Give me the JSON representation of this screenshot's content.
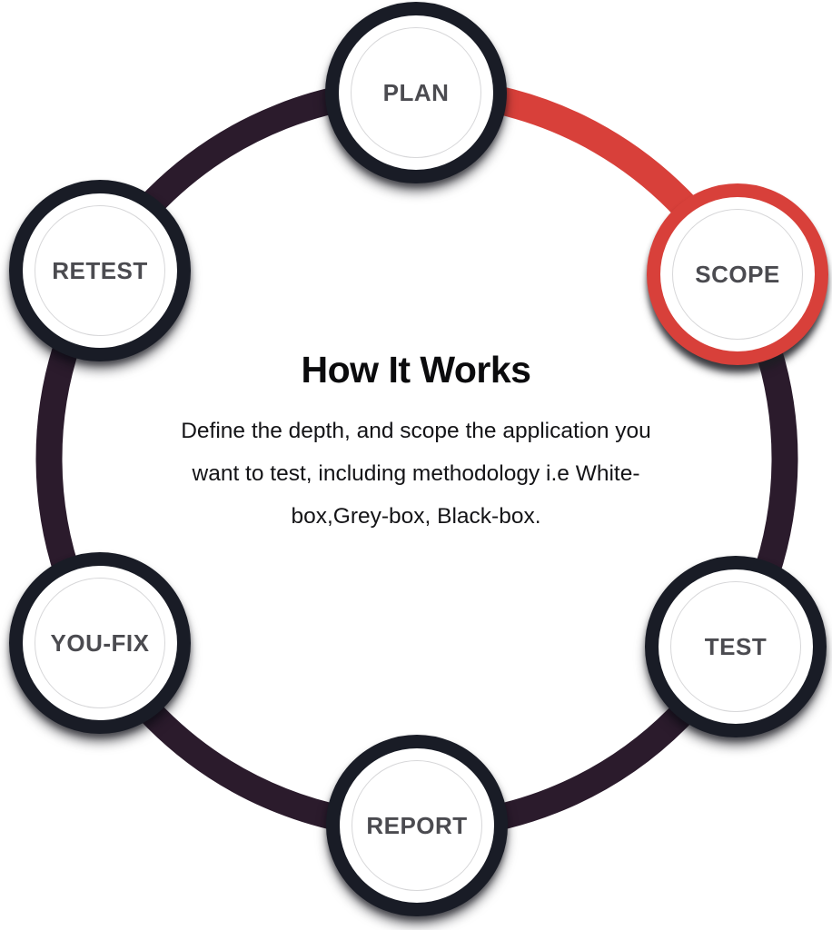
{
  "title": "How It Works",
  "description": "Define the depth, and scope the application you want to test, including methodology i.e White-box,Grey-box, Black-box.",
  "active_step": "SCOPE",
  "steps": [
    {
      "label": "PLAN",
      "active": false
    },
    {
      "label": "SCOPE",
      "active": true
    },
    {
      "label": "TEST",
      "active": false
    },
    {
      "label": "REPORT",
      "active": false
    },
    {
      "label": "YOU-FIX",
      "active": false
    },
    {
      "label": "RETEST",
      "active": false
    }
  ],
  "colors": {
    "ring": "#2b1b2c",
    "active_accent": "#d8403a",
    "node_border": "#191c26",
    "node_fill": "#ffffff",
    "node_inner_ring": "#d7d7d9",
    "node_label": "#4b4b50",
    "heading": "#0b0b0d",
    "body_text": "#141417",
    "background": "#ffffff"
  }
}
